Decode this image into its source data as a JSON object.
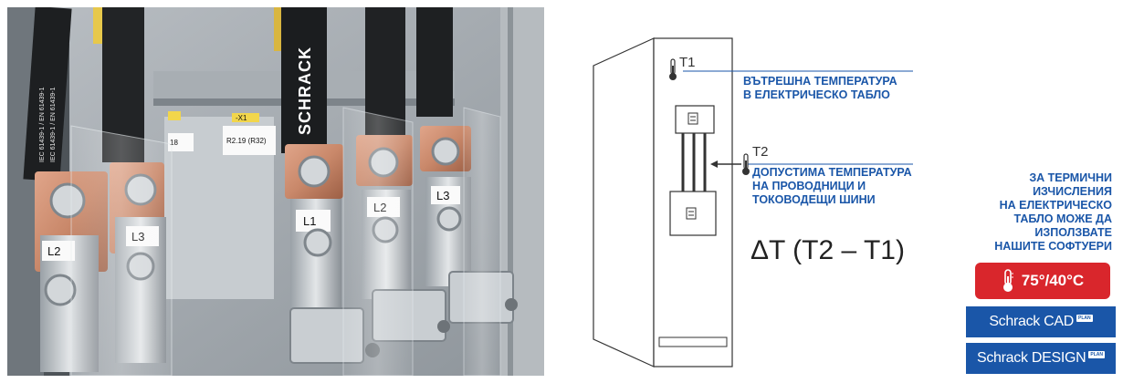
{
  "photo": {
    "phase_labels": [
      "L2",
      "L3",
      "L1",
      "L2",
      "L3"
    ],
    "small_labels": [
      "18",
      "R2.19 (R32)",
      "-X1"
    ],
    "cable_texts": [
      "IEC 61439-1 / EN 61439-1",
      "IEC 61439-1 / EN 61439-1"
    ],
    "brand": "SCHRACK"
  },
  "diagram": {
    "t1_label": "T1",
    "t1_desc": [
      "ВЪТРЕШНА ТЕМПЕРАТУРА",
      "В ЕЛЕКТРИЧЕСКО ТАБЛО"
    ],
    "t2_label": "T2",
    "t2_desc": [
      "ДОПУСТИМА ТЕМПЕРАТУРА",
      "НА ПРОВОДНИЦИ И",
      "ТОКОВОДЕЩИ ШИНИ"
    ],
    "formula": "ΔT (T2 – T1)"
  },
  "info": {
    "lines": [
      "ЗА ТЕРМИЧНИ",
      "ИЗЧИСЛЕНИЯ",
      "НА ЕЛЕКТРИЧЕСКО",
      "ТАБЛО МОЖЕ ДА",
      "ИЗПОЛЗВАТЕ",
      "НАШИТЕ СОФТУЕРИ"
    ],
    "temperature": "75°/40°C",
    "software": [
      {
        "name": "Schrack CAD",
        "tag": "PLAN"
      },
      {
        "name": "Schrack DESIGN",
        "tag": "PLAN"
      }
    ]
  },
  "colors": {
    "accent_blue": "#1a56a8",
    "badge_red": "#d9262c",
    "copper": "#c9886a"
  },
  "icons": [
    "thermometer-icon"
  ]
}
